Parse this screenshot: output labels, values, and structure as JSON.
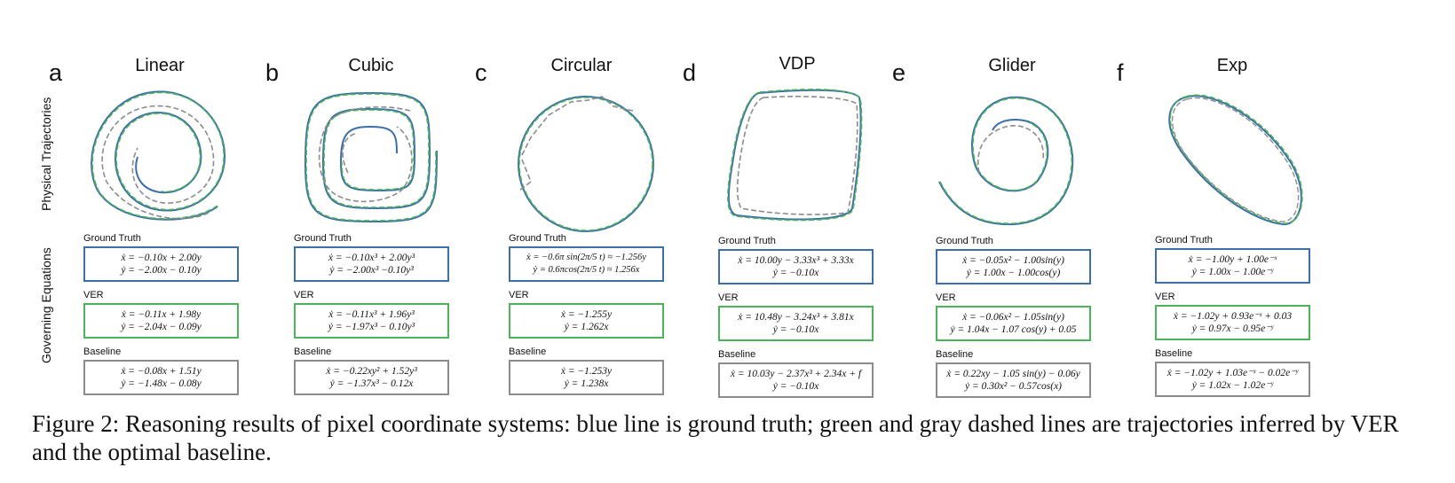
{
  "row_labels": {
    "top": "Physical Trajectories",
    "bottom": "Governing Equations"
  },
  "box_labels": {
    "gt": "Ground Truth",
    "ver": "VER",
    "base": "Baseline"
  },
  "colors": {
    "ground_truth": "#3b6fa8",
    "ver": "#4cb35a",
    "baseline": "#8c8c8c"
  },
  "panels": [
    {
      "letter": "a",
      "title": "Linear",
      "gt": [
        "ẋ = −0.10x + 2.00y",
        "ẏ = −2.00x − 0.10y"
      ],
      "ver": [
        "ẋ = −0.11x + 1.98y",
        "ẏ = −2.04x − 0.09y"
      ],
      "base": [
        "ẋ = −0.08x + 1.51y",
        "ẏ = −1.48x − 0.08y"
      ]
    },
    {
      "letter": "b",
      "title": "Cubic",
      "gt": [
        "ẋ = −0.10x³ + 2.00y³",
        "ẏ = −2.00x³ −0.10y³"
      ],
      "ver": [
        "ẋ = −0.11x³ + 1.96y³",
        "ẏ = −1.97x³ − 0.10y³"
      ],
      "base": [
        "ẋ = −0.22xy² + 1.52y³",
        "ẏ = −1.37x³ − 0.12x"
      ]
    },
    {
      "letter": "c",
      "title": "Circular",
      "gt": [
        "ẋ = −0.6π sin(2π/5 t) ≈ −1.256y",
        "ẏ = 0.6πcos(2π/5 t) ≈ 1.256x"
      ],
      "ver": [
        "ẋ = −1.255y",
        "ẏ = 1.262x"
      ],
      "base": [
        "ẋ = −1.253y",
        "ẏ = 1.238x"
      ]
    },
    {
      "letter": "d",
      "title": "VDP",
      "gt": [
        "ẋ = 10.00y − 3.33x³ + 3.33x",
        "ẏ = −0.10x"
      ],
      "ver": [
        "ẋ = 10.48y − 3.24x³ + 3.81x",
        "ẏ = −0.10x"
      ],
      "base": [
        "ẋ = 10.03y − 2.37x³ + 2.34x + f",
        "ẏ = −0.10x"
      ]
    },
    {
      "letter": "e",
      "title": "Glider",
      "gt": [
        "ẋ = −0.05x² − 1.00sin(y)",
        "ẏ = 1.00x − 1.00cos(y)"
      ],
      "ver": [
        "ẋ = −0.06x² − 1.05sin(y)",
        "ẏ = 1.04x − 1.07 cos(y) + 0.05"
      ],
      "base": [
        "ẋ = 0.22xy − 1.05 sin(y) − 0.06y",
        "ẏ = 0.30x² − 0.57cos(x)"
      ]
    },
    {
      "letter": "f",
      "title": "Exp",
      "gt": [
        "ẋ = −1.00y + 1.00e⁻ˣ",
        "ẏ = 1.00x − 1.00e⁻ʸ"
      ],
      "ver": [
        "ẋ = −1.02y + 0.93e⁻ˣ + 0.03",
        "ẏ = 0.97x − 0.95e⁻ʸ"
      ],
      "base": [
        "ẋ = −1.02y + 1.03e⁻ˣ − 0.02e⁻ʸ",
        "ẏ = 1.02x − 1.02e⁻ʸ"
      ]
    }
  ],
  "caption": "Figure 2: Reasoning results of pixel coordinate systems: blue line is ground truth; green and gray dashed lines are trajectories inferred by VER and the optimal baseline."
}
